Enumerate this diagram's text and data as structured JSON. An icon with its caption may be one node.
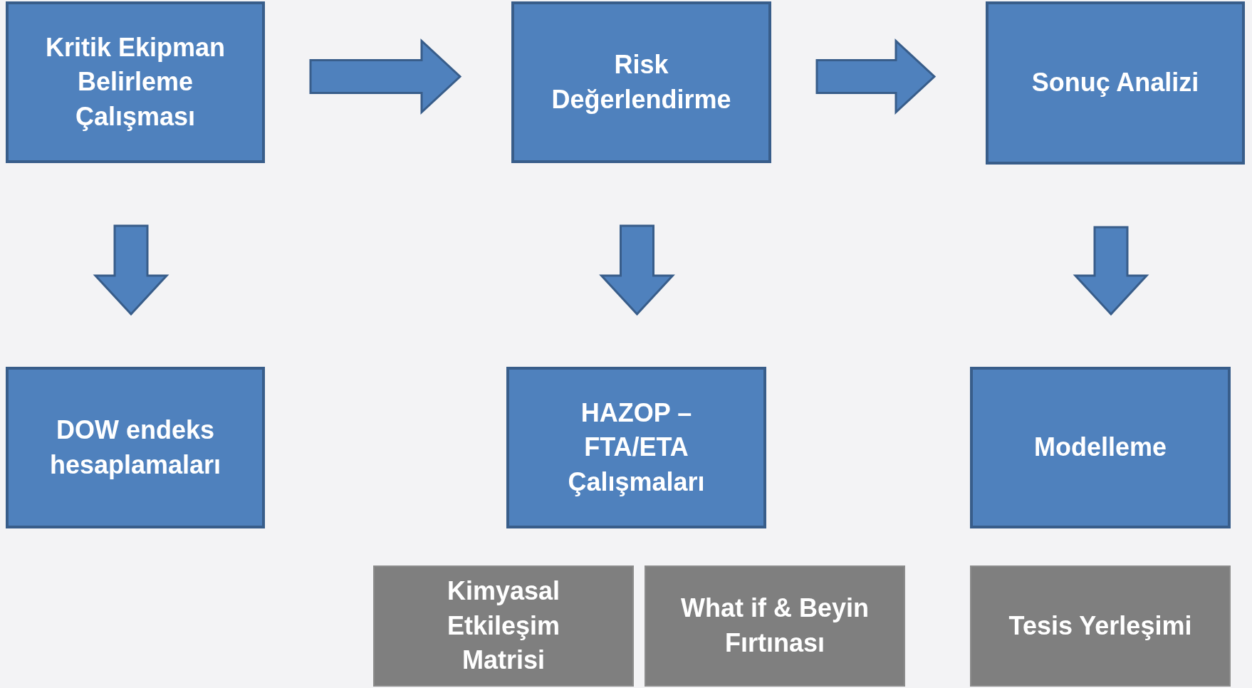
{
  "diagram": {
    "nodes": [
      {
        "text": [
          "Kritik Ekipman Belirleme Çalışması"
        ]
      },
      {
        "text": [
          "Risk Değerlendirme"
        ]
      },
      {
        "text": [
          "Sonuç Analizi"
        ]
      },
      {
        "text": [
          "DOW endeks hesaplamaları"
        ]
      },
      {
        "text": [
          "HAZOP – FTA/ETA Çalışmaları"
        ]
      },
      {
        "text": [
          "Modelleme"
        ]
      },
      {
        "text": [
          "Kimyasal Etkileşim Matrisi"
        ]
      },
      {
        "text": [
          "What if & Beyin Fırtınası"
        ]
      },
      {
        "text": [
          "Tesis Yerleşimi"
        ]
      }
    ],
    "edges": [
      {
        "from": 0,
        "to": 1,
        "arrow": "to"
      },
      {
        "from": 1,
        "to": 2,
        "arrow": "to"
      },
      {
        "from": 0,
        "to": 3,
        "arrow": "to"
      },
      {
        "from": 1,
        "to": 4,
        "arrow": "to"
      },
      {
        "from": 2,
        "to": 5,
        "arrow": "to"
      }
    ]
  }
}
